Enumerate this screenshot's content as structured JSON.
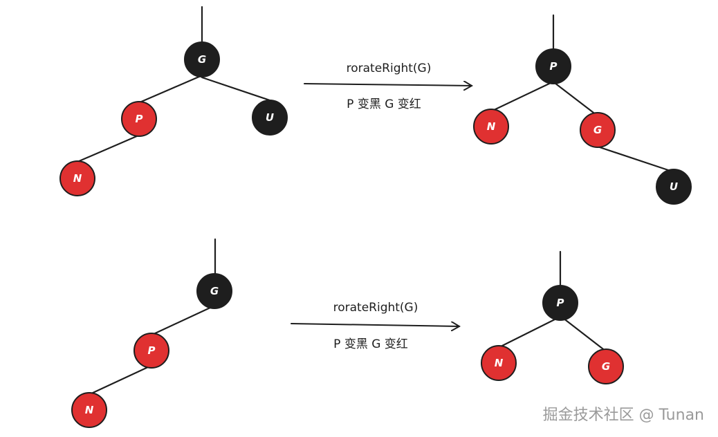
{
  "nodes": {
    "g": "G",
    "p": "P",
    "n": "N",
    "u": "U"
  },
  "arrow": {
    "operation": "rorateRight(G)",
    "recolor": "P 变黑 G 变红"
  },
  "watermark": "掘金技术社区 @ Tunan",
  "colors": {
    "black": "#1e1e1e",
    "red": "#e03131"
  }
}
